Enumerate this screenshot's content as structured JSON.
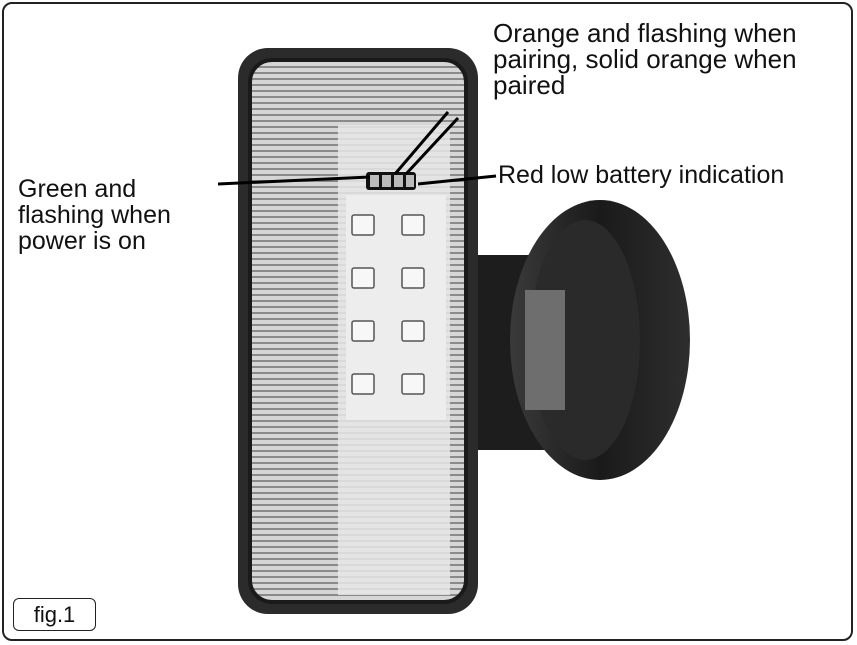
{
  "callouts": {
    "orange": "Orange and flashing when\npairing, solid orange when\npaired",
    "green": "Green and\nflashing when\npower is on",
    "red": "Red low battery indication"
  },
  "figure_label": "fig.1",
  "colors": {
    "housing": "#2b2b2b",
    "lens": "#cfcfcf",
    "knob": "#222222",
    "board": "#e4e4e4"
  }
}
